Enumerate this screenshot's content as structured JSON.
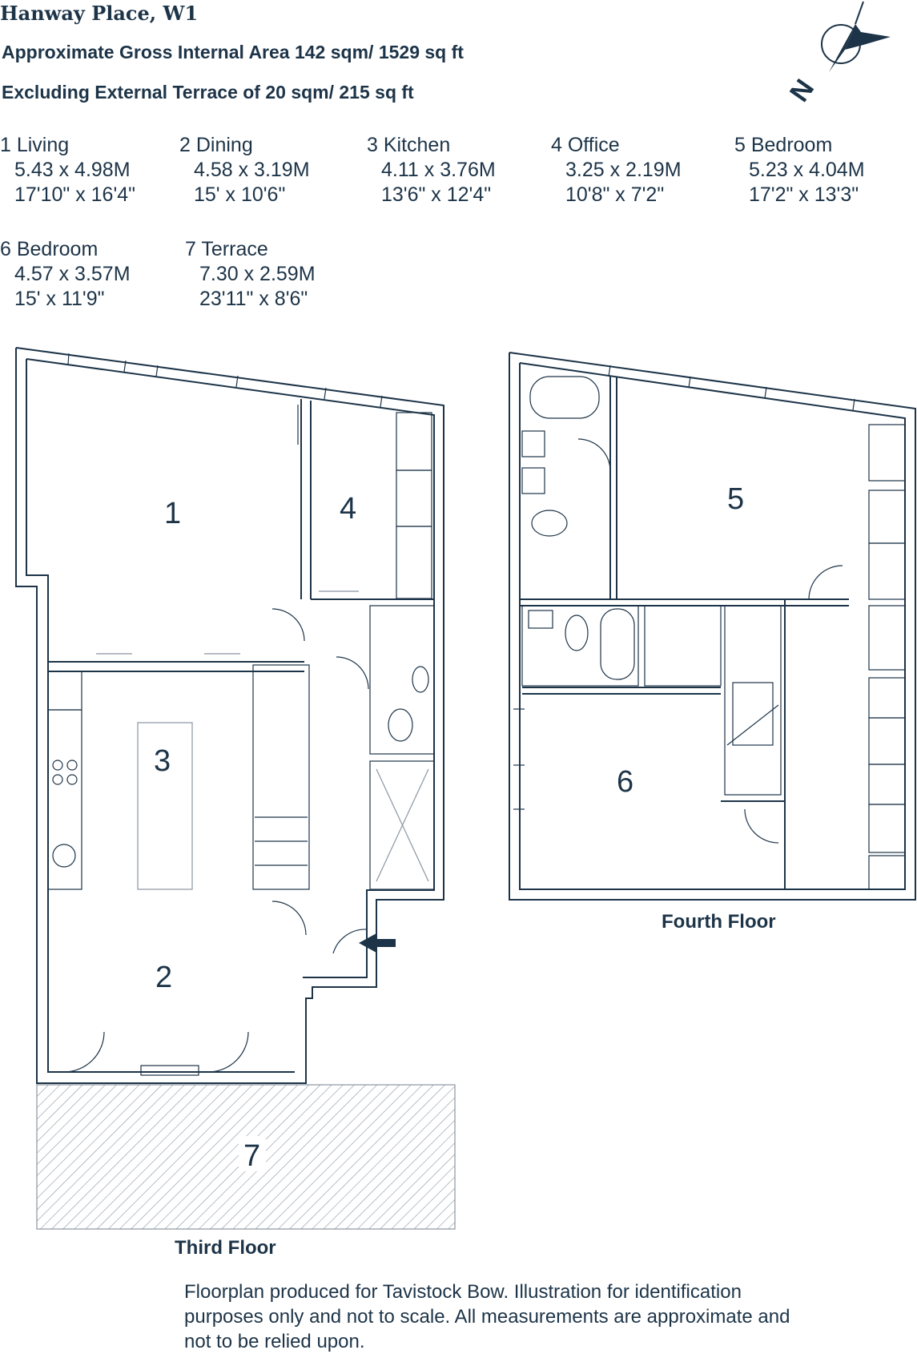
{
  "header": {
    "title": "Hanway Place, W1",
    "gross_area": "Approximate Gross Internal Area 142 sqm/ 1529 sq ft",
    "excluding": "Excluding External Terrace of 20 sqm/ 215 sq ft"
  },
  "rooms": [
    {
      "num": "1",
      "label": "1 Living",
      "metric": "5.43 x 4.98M",
      "imperial": "17'10\" x 16'4\""
    },
    {
      "num": "2",
      "label": "2 Dining",
      "metric": "4.58 x 3.19M",
      "imperial": "15' x 10'6\""
    },
    {
      "num": "3",
      "label": "3 Kitchen",
      "metric": "4.11 x 3.76M",
      "imperial": "13'6\" x 12'4\""
    },
    {
      "num": "4",
      "label": "4 Office",
      "metric": "3.25 x 2.19M",
      "imperial": "10'8\" x 7'2\""
    },
    {
      "num": "5",
      "label": "5 Bedroom",
      "metric": "5.23 x 4.04M",
      "imperial": "17'2\" x 13'3\""
    },
    {
      "num": "6",
      "label": "6 Bedroom",
      "metric": "4.57 x 3.57M",
      "imperial": "15' x 11'9\""
    },
    {
      "num": "7",
      "label": "7 Terrace",
      "metric": "7.30 x 2.59M",
      "imperial": "23'11\" x 8'6\""
    }
  ],
  "floors": {
    "third": "Third Floor",
    "fourth": "Fourth Floor"
  },
  "compass": {
    "letter": "N",
    "icon": "north-compass-icon"
  },
  "disclaimer": "Floorplan produced for Tavistock Bow. Illustration for identification purposes only and not to scale. All measurements are approximate and not to be relied upon.",
  "colors": {
    "ink": "#1d3448",
    "hatch": "#8b95a0"
  }
}
